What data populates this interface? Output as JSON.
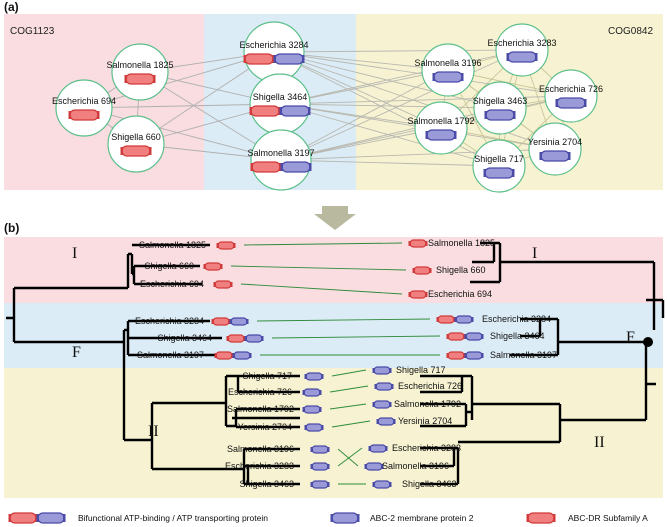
{
  "figure": {
    "panel_a": {
      "letter": "(a)",
      "left_group": "COG1123",
      "right_group": "COG0842",
      "nodes": {
        "salmonella_1825": "Salmonella 1825",
        "escherichia_694": "Escherichia 694",
        "shigella_660": "Shigella 660",
        "escherichia_3284": "Escherichia 3284",
        "shigella_3464": "Shigella 3464",
        "salmonella_3197": "Salmonella 3197",
        "salmonella_3196": "Salmonella 3196",
        "escherichia_3283": "Escherichia 3283",
        "escherichia_726": "Escherichia 726",
        "shigella_3463": "Shigella 3463",
        "salmonella_1792": "Salmonella 1792",
        "yersinia_2704": "Yersinia 2704",
        "shigella_717": "Shigella 717"
      }
    },
    "panel_b": {
      "letter": "(b)",
      "clades": {
        "I": "I",
        "F": "F",
        "II": "II"
      },
      "left_leaves": [
        "Salmonella 1825",
        "Shigella 660",
        "Escherichia 694",
        "Escherichia 3284",
        "Shigella 3464",
        "Salmonella 3197",
        "Shigella 717",
        "Escherichia 726",
        "Salmonella 1792",
        "Yersinia 2704",
        "Salmonella 3196",
        "Escherichia 3283",
        "Shigella 3463"
      ],
      "right_leaves": [
        "Salmonella 1825",
        "Shigella 660",
        "Escherichia 694",
        "Escherichia 3284",
        "Shigella 3464",
        "Salmonella 3197",
        "Shigella 717",
        "Escherichia 726",
        "Salmonella 1792",
        "Yersinia 2704",
        "Escherichia 3283",
        "Salmonella 3196",
        "Shigella 3463"
      ]
    },
    "legend": {
      "bifunctional": "Bifunctional ATP-binding / ATP transporting protein",
      "abc2": "ABC-2 membrane protein 2",
      "abcdr": "ABC-DR Subfamily A"
    },
    "colors": {
      "red_zone": "#f9dde0",
      "blue_zone": "#dcecf6",
      "yellow_zone": "#f7f3d2",
      "red_domain": "#f08080",
      "blue_domain": "#9a9ad8",
      "node_border": "#5cbf8a",
      "link_green": "#2e8b3a"
    }
  }
}
